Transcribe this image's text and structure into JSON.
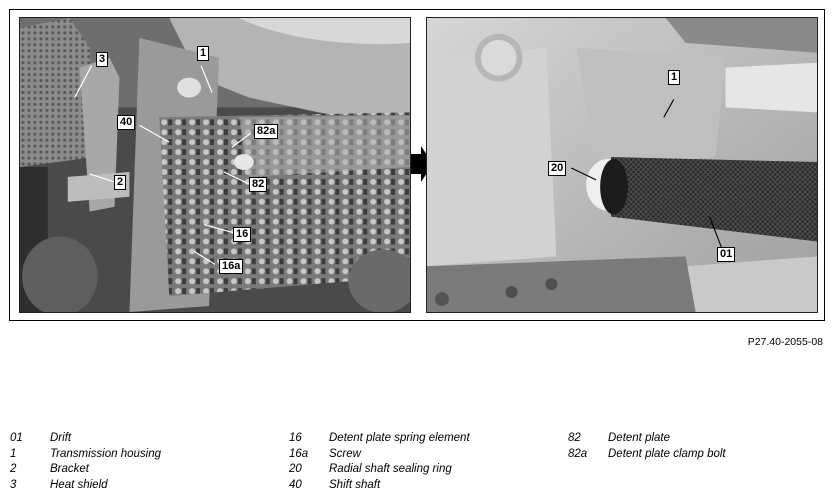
{
  "callouts_left": [
    "3",
    "1",
    "40",
    "82a",
    "2",
    "82",
    "16",
    "16a"
  ],
  "callouts_right": [
    "1",
    "20",
    "01"
  ],
  "figure_ref": "P27.40-2055-08",
  "legend": [
    [
      {
        "code": "01",
        "label": "Drift"
      },
      {
        "code": "1",
        "label": "Transmission housing"
      },
      {
        "code": "2",
        "label": "Bracket"
      },
      {
        "code": "3",
        "label": "Heat shield"
      }
    ],
    [
      {
        "code": "16",
        "label": "Detent plate spring element"
      },
      {
        "code": "16a",
        "label": "Screw"
      },
      {
        "code": "20",
        "label": "Radial shaft sealing ring"
      },
      {
        "code": "40",
        "label": "Shift shaft"
      }
    ],
    [
      {
        "code": "82",
        "label": "Detent plate"
      },
      {
        "code": "82a",
        "label": "Detent plate clamp bolt"
      }
    ]
  ]
}
